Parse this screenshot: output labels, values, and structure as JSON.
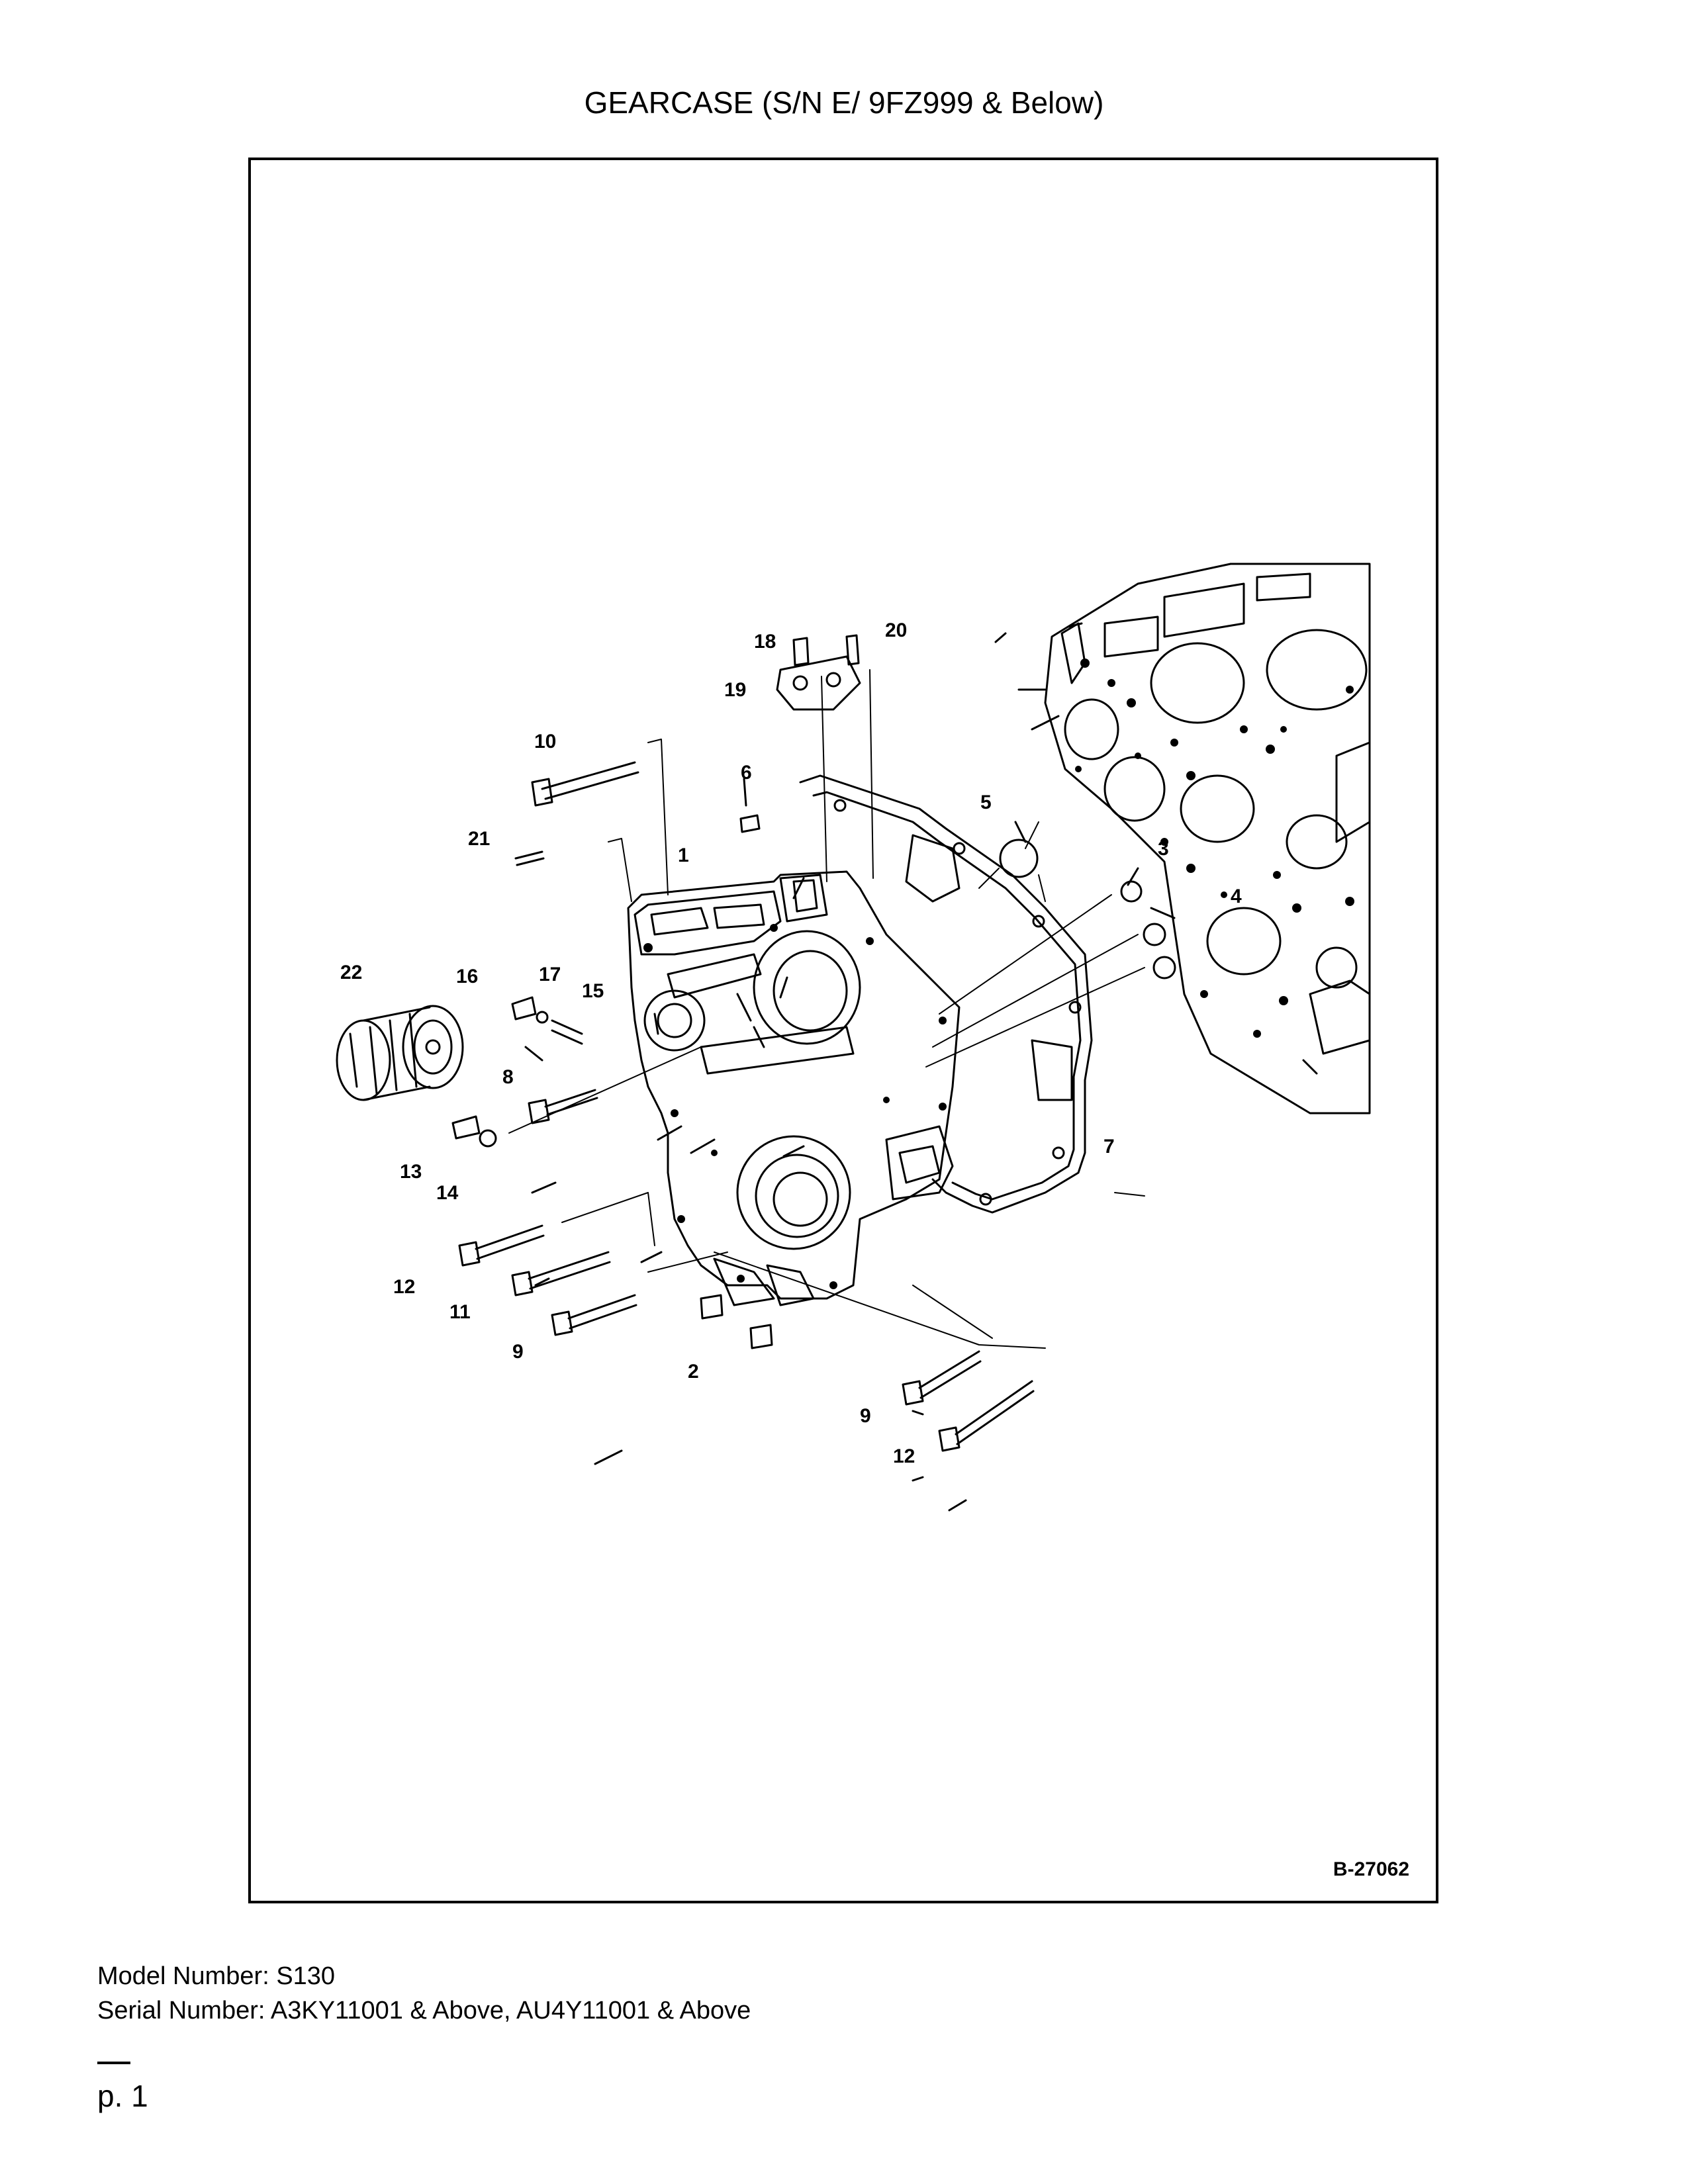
{
  "title": "GEARCASE (S/N E/ 9FZ999 & Below)",
  "figure_id": "B-27062",
  "model_number": "Model Number: S130",
  "serial_number": "Serial Number: A3KY11001 & Above, AU4Y11001 & Above",
  "page_label": "p. 1",
  "callouts": {
    "c1": "1",
    "c2": "2",
    "c3": "3",
    "c4": "4",
    "c5": "5",
    "c6": "6",
    "c7": "7",
    "c8": "8",
    "c9a": "9",
    "c9b": "9",
    "c10": "10",
    "c11": "11",
    "c12a": "12",
    "c12b": "12",
    "c13": "13",
    "c14": "14",
    "c15": "15",
    "c16": "16",
    "c17": "17",
    "c18": "18",
    "c19": "19",
    "c20": "20",
    "c21": "21",
    "c22": "22"
  }
}
